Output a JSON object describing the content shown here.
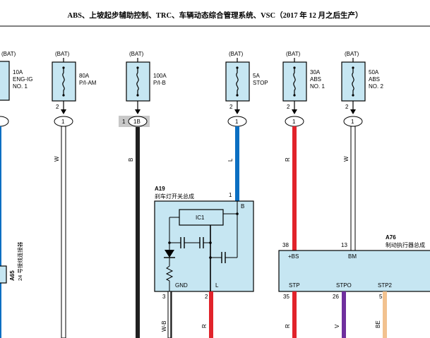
{
  "title": "ABS、上坡起步辅助控制、TRC、车辆动态综合管理系统、VSC（2017 年 12 月之后生产）",
  "colors": {
    "box_fill": "#c6e6f2",
    "wire_white": "#ffffff",
    "wire_black": "#202020",
    "wire_blue": "#0b6fc2",
    "wire_red": "#e1232b",
    "wire_violet": "#6f2f9e",
    "wire_beige": "#f2c28f",
    "connector_gray": "#c8c8c8"
  },
  "fuses": [
    {
      "bat": "(BAT)",
      "rating": "10A",
      "name1": "ENG-IG",
      "name2": "NO. 1",
      "pin": ""
    },
    {
      "bat": "(BAT)",
      "rating": "80A",
      "name1": "P/I-AM",
      "name2": "",
      "pin": "2",
      "conn": "1",
      "wire": "W"
    },
    {
      "bat": "(BAT)",
      "rating": "100A",
      "name1": "P/I-B",
      "name2": "",
      "pin": "1",
      "conn": "1B",
      "wire": "B"
    },
    {
      "bat": "(BAT)",
      "rating": "5A",
      "name1": "STOP",
      "name2": "",
      "pin": "2",
      "conn": "1",
      "wire": "L"
    },
    {
      "bat": "(BAT)",
      "rating": "30A",
      "name1": "ABS",
      "name2": "NO. 1",
      "pin": "2",
      "conn": "1",
      "wire": "R"
    },
    {
      "bat": "(BAT)",
      "rating": "50A",
      "name1": "ABS",
      "name2": "NO. 2",
      "pin": "2",
      "conn": "1",
      "wire": "W"
    }
  ],
  "a19": {
    "code": "A19",
    "name": "刹车灯开关总成",
    "ic": "IC1",
    "pin_b_num": "1",
    "pin_b": "B",
    "pin_gnd": "GND",
    "pin_gnd_num": "3",
    "pin_l": "L",
    "pin_l_num": "2",
    "wire_gnd": "W-B",
    "wire_l": "R"
  },
  "a65": {
    "code": "A65",
    "name": "24 号接线连接器"
  },
  "a76": {
    "code": "A76",
    "name": "制动执行器总成",
    "top_pins": [
      {
        "num": "38",
        "label": "+BS"
      },
      {
        "num": "13",
        "label": "BM"
      }
    ],
    "bottom_pins": [
      {
        "num": "35",
        "label": "STP",
        "wire": "R"
      },
      {
        "num": "26",
        "label": "STPO",
        "wire": "V"
      },
      {
        "num": "5",
        "label": "STP2",
        "wire": "BE"
      }
    ]
  }
}
